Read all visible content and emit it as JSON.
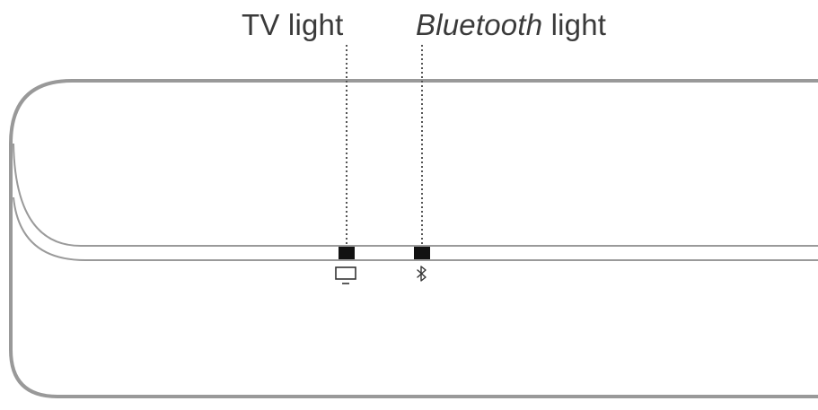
{
  "labels": {
    "tv": "TV light",
    "bluetooth_emphasis": "Bluetooth",
    "bluetooth_rest": " light"
  },
  "icons": {
    "tv": "tv-icon",
    "bluetooth": "bluetooth-icon"
  },
  "colors": {
    "outline": "#999999",
    "text": "#3a3a3a",
    "light": "#111111"
  }
}
